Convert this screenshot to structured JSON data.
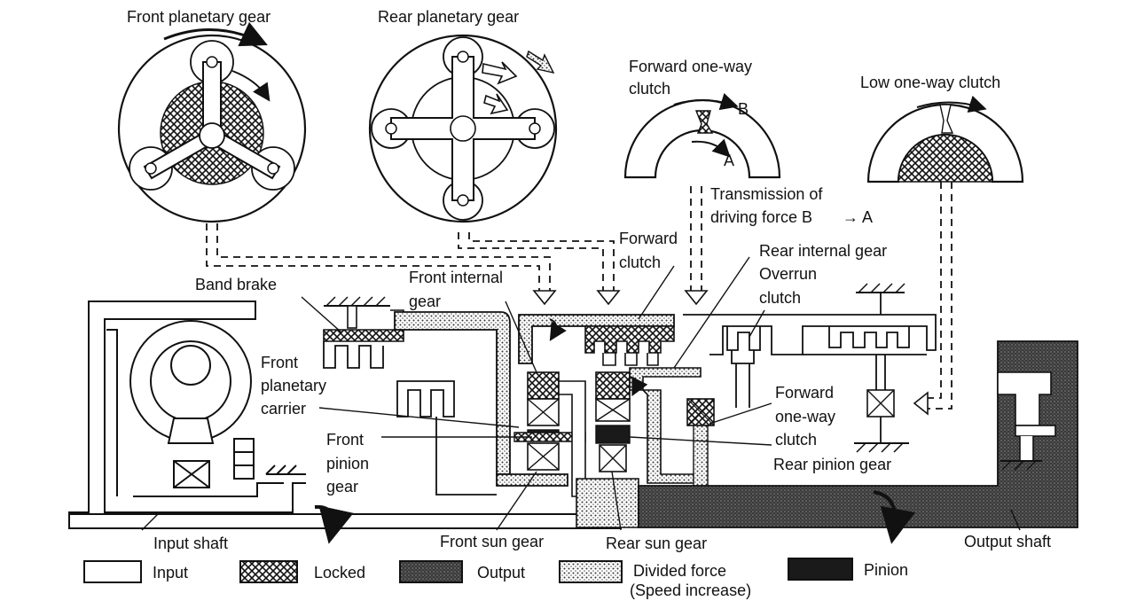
{
  "labels": {
    "front_planetary_gear": "Front planetary gear",
    "rear_planetary_gear": "Rear planetary gear",
    "forward_one_way_clutch_top_1": "Forward one-way",
    "forward_one_way_clutch_top_2": "clutch",
    "low_one_way_clutch": "Low one-way clutch",
    "point_b": "B",
    "point_a": "A",
    "transmission_1": "Transmission of",
    "transmission_2": "driving force B",
    "transmission_3": "A",
    "forward_clutch_1": "Forward",
    "forward_clutch_2": "clutch",
    "rear_internal_gear": "Rear internal gear",
    "overrun_clutch_1": "Overrun",
    "overrun_clutch_2": "clutch",
    "band_brake": "Band brake",
    "front_internal_gear_1": "Front internal",
    "front_internal_gear_2": "gear",
    "front_planetary_carrier_1": "Front",
    "front_planetary_carrier_2": "planetary",
    "front_planetary_carrier_3": "carrier",
    "front_pinion_gear_1": "Front",
    "front_pinion_gear_2": "pinion",
    "front_pinion_gear_3": "gear",
    "forward_one_way_clutch_1": "Forward",
    "forward_one_way_clutch_2": "one-way",
    "forward_one_way_clutch_3": "clutch",
    "rear_pinion_gear": "Rear pinion gear",
    "input_shaft": "Input shaft",
    "front_sun_gear": "Front sun gear",
    "rear_sun_gear": "Rear sun gear",
    "output_shaft": "Output shaft"
  },
  "legend": {
    "input": "Input",
    "locked": "Locked",
    "output": "Output",
    "divided_1": "Divided force",
    "divided_2": "(Speed increase)",
    "pinion": "Pinion"
  },
  "colors": {
    "line": "#111111",
    "output_fill": "#4a4a4a",
    "pinion_fill": "#1a1a1a",
    "background": "#ffffff"
  }
}
